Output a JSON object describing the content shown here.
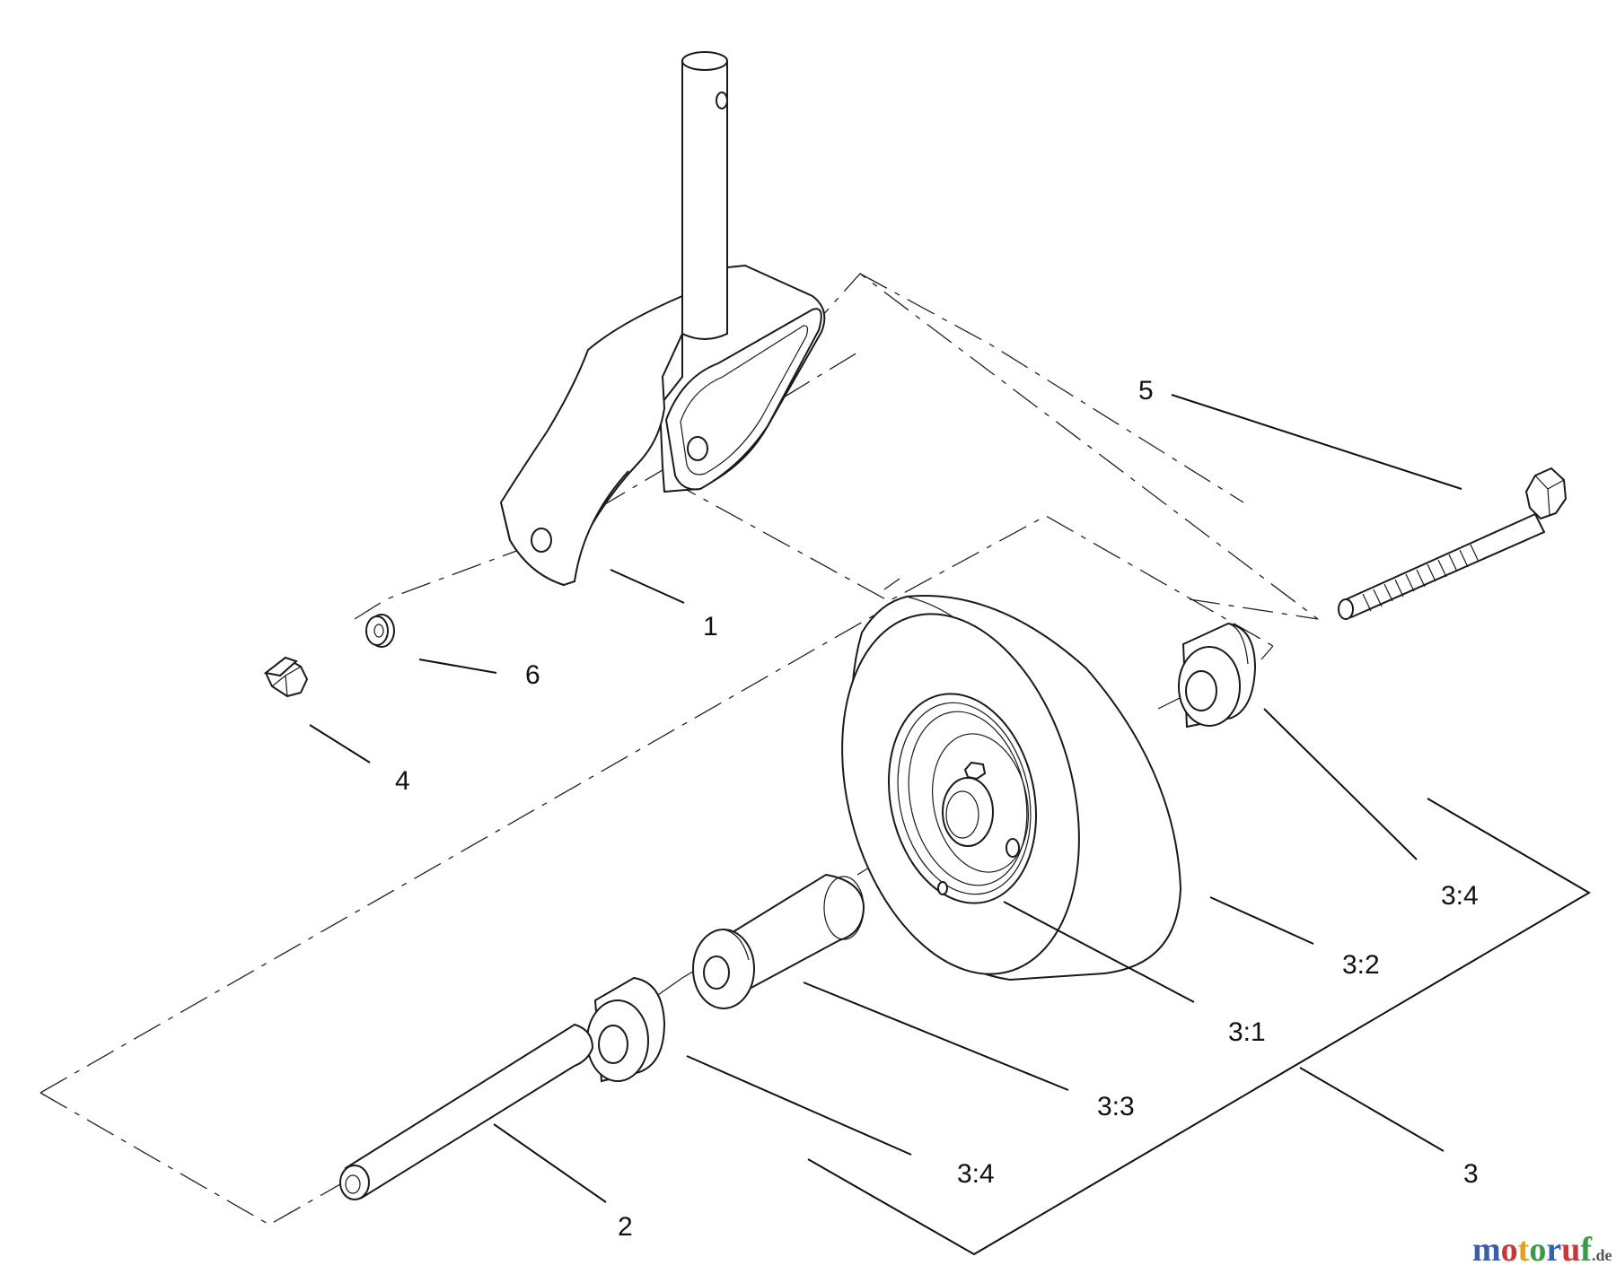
{
  "callouts": {
    "c1": "1",
    "c2": "2",
    "c3": "3",
    "c4": "4",
    "c5": "5",
    "c6": "6",
    "c31": "3:1",
    "c32": "3:2",
    "c33": "3:3",
    "c34_upper": "3:4",
    "c34_lower": "3:4"
  },
  "watermark": {
    "text_main": "motoruf",
    "text_suffix": ".de",
    "colors": [
      "#3a5fa8",
      "#c8383a",
      "#e0a020",
      "#3a9a4a",
      "#3a5fa8",
      "#c8383a",
      "#3a9a4a"
    ]
  },
  "parts": [
    {
      "id": "caster-fork",
      "icon": "fork-icon"
    },
    {
      "id": "axle-tube",
      "icon": "tube-icon"
    },
    {
      "id": "wheel-assembly",
      "icon": "wheel-icon"
    },
    {
      "id": "nut",
      "icon": "hex-nut-icon"
    },
    {
      "id": "bolt",
      "icon": "bolt-icon"
    },
    {
      "id": "lock-washer",
      "icon": "washer-icon"
    }
  ]
}
